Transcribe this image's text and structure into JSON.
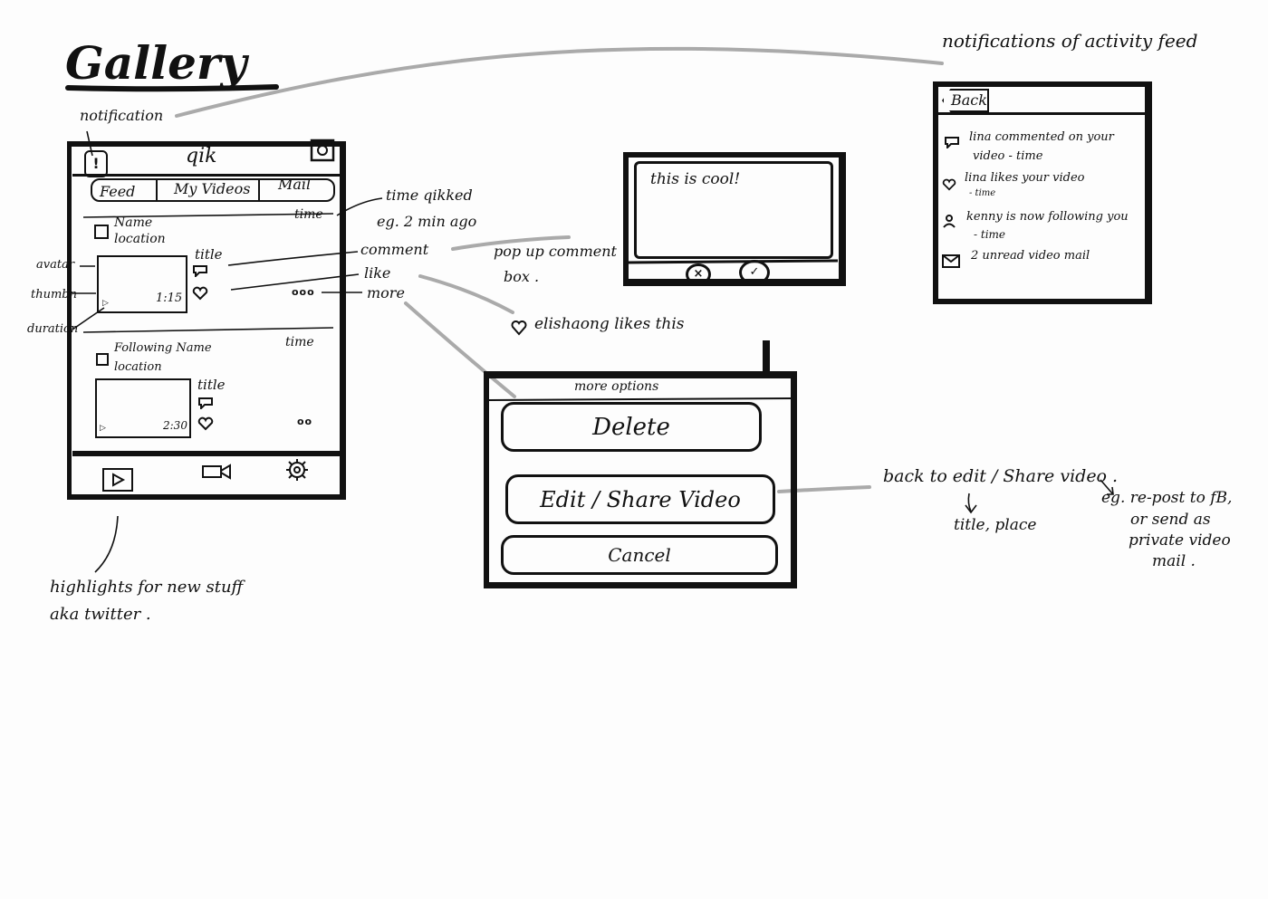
{
  "title": "Gallery",
  "annotations": {
    "notification": "notification",
    "notifications_feed": "notifications of activity feed",
    "time_qikked": "time qikked",
    "time_example": "eg. 2 min ago",
    "comment": "comment",
    "like": "like",
    "more": "more",
    "avatar": "avatar",
    "thumbnail": "thumbn",
    "duration": "duration",
    "popup_comment_line1": "pop up comment",
    "popup_comment_line2": "box .",
    "likes_this": "elishaong likes this",
    "back_to_edit": "back to edit / Share video .",
    "title_place": "title, place",
    "repost_line1": "eg. re-post to fB,",
    "repost_line2": "or send as",
    "repost_line3": "private video",
    "repost_line4": "mail .",
    "highlights_line1": "highlights for new stuff",
    "highlights_line2": "aka twitter ."
  },
  "phone": {
    "app_name": "qik",
    "tabs": [
      "Feed",
      "My Videos",
      "Mail"
    ],
    "post1": {
      "name": "Name",
      "location": "location",
      "time": "time",
      "title": "title",
      "duration": "1:15",
      "more_glyph": "ooo"
    },
    "post2": {
      "name": "Following Name",
      "location": "location",
      "time": "time",
      "title": "title",
      "duration": "2:30",
      "more_glyph": "oo"
    }
  },
  "comment_box": {
    "text": "this is cool!"
  },
  "more_options": {
    "header": "more options",
    "delete": "Delete",
    "edit_share": "Edit / Share Video",
    "cancel": "Cancel"
  },
  "activity_feed": {
    "back": "Back",
    "items": [
      {
        "line1": "lina commented on your",
        "line2": "video  -  time"
      },
      {
        "line1": "lina likes your video",
        "line2": "- time"
      },
      {
        "line1": "kenny is now following you",
        "line2": "- time"
      },
      {
        "line1": "2 unread video mail",
        "line2": ""
      }
    ]
  }
}
